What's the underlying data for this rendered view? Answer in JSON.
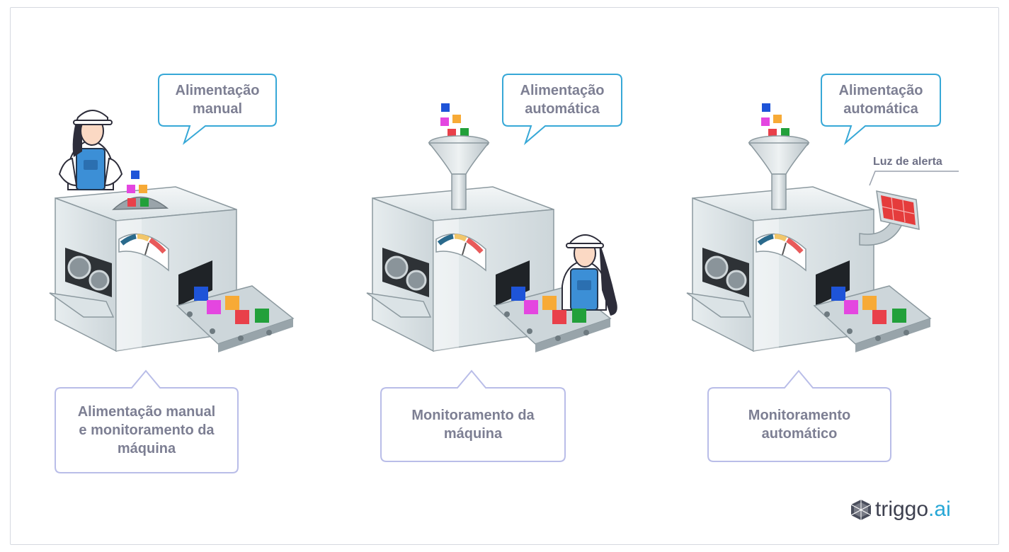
{
  "panels": [
    {
      "speech": "Alimentação\nmanual",
      "caption": "Alimentação manual\ne monitoramento da\nmáquina"
    },
    {
      "speech": "Alimentação\nautomática",
      "caption": "Monitoramento da\nmáquina"
    },
    {
      "speech": "Alimentação\nautomática",
      "caption": "Monitoramento\nautomático"
    }
  ],
  "alert_label": "Luz de alerta",
  "logo": {
    "name": "triggo",
    "suffix": ".ai"
  },
  "colors": {
    "bubble_blue": "#37a8d7",
    "caption_border": "#b9bde8",
    "text": "#7d7f93",
    "cube_blue": "#1e54d8",
    "cube_magenta": "#e446e0",
    "cube_orange": "#f7aa36",
    "cube_red": "#e9404a",
    "cube_green": "#22a03a",
    "alert_red": "#e53c3c"
  }
}
